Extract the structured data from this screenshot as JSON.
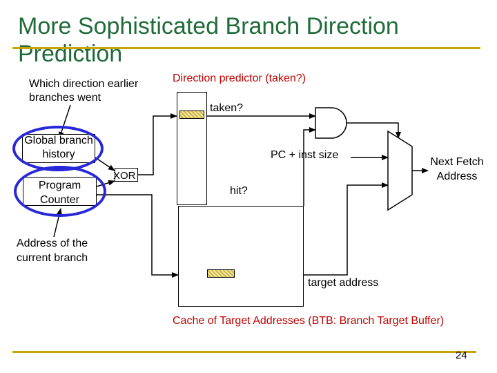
{
  "slide": {
    "title": "More Sophisticated Branch Direction Prediction",
    "page_number": "24"
  },
  "labels": {
    "which_direction": "Which direction earlier branches went",
    "direction_predictor": "Direction predictor (taken?)",
    "taken": "taken?",
    "global_history": "Global branch history",
    "program_counter": "Program Counter",
    "xor": "XOR",
    "pc_inst_size": "PC + inst size",
    "next_fetch": "Next Fetch Address",
    "hit": "hit?",
    "address_current": "Address of the current branch",
    "target_address": "target address",
    "btb": "Cache of Target Addresses (BTB: Branch Target Buffer)"
  },
  "colors": {
    "title": "#1f6b3a",
    "rule": "#c8a400",
    "highlight_oval": "#2828d8",
    "red_text": "#c00000"
  }
}
